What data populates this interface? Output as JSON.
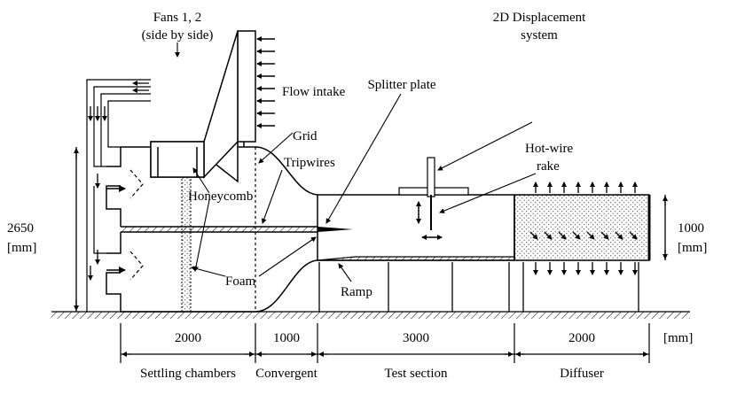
{
  "labels": {
    "fans": "Fans 1, 2",
    "fans_sub": "(side by side)",
    "flow_intake": "Flow intake",
    "splitter_plate": "Splitter plate",
    "displacement_1": "2D Displacement",
    "displacement_2": "system",
    "grid": "Grid",
    "tripwires": "Tripwires",
    "hotwire_1": "Hot-wire",
    "hotwire_2": "rake",
    "honeycomb": "Honeycomb",
    "foam": "Foam",
    "ramp": "Ramp",
    "height_total": "2650",
    "height_total_unit": "[mm]",
    "height_diffuser": "1000",
    "height_diffuser_unit": "[mm]"
  },
  "dimensions": {
    "settling_length": "2000",
    "convergent_length": "1000",
    "test_length": "3000",
    "diffuser_length": "2000",
    "unit": "[mm]"
  },
  "sections": {
    "settling": "Settling chambers",
    "convergent": "Convergent",
    "test": "Test section",
    "diffuser": "Diffuser"
  }
}
